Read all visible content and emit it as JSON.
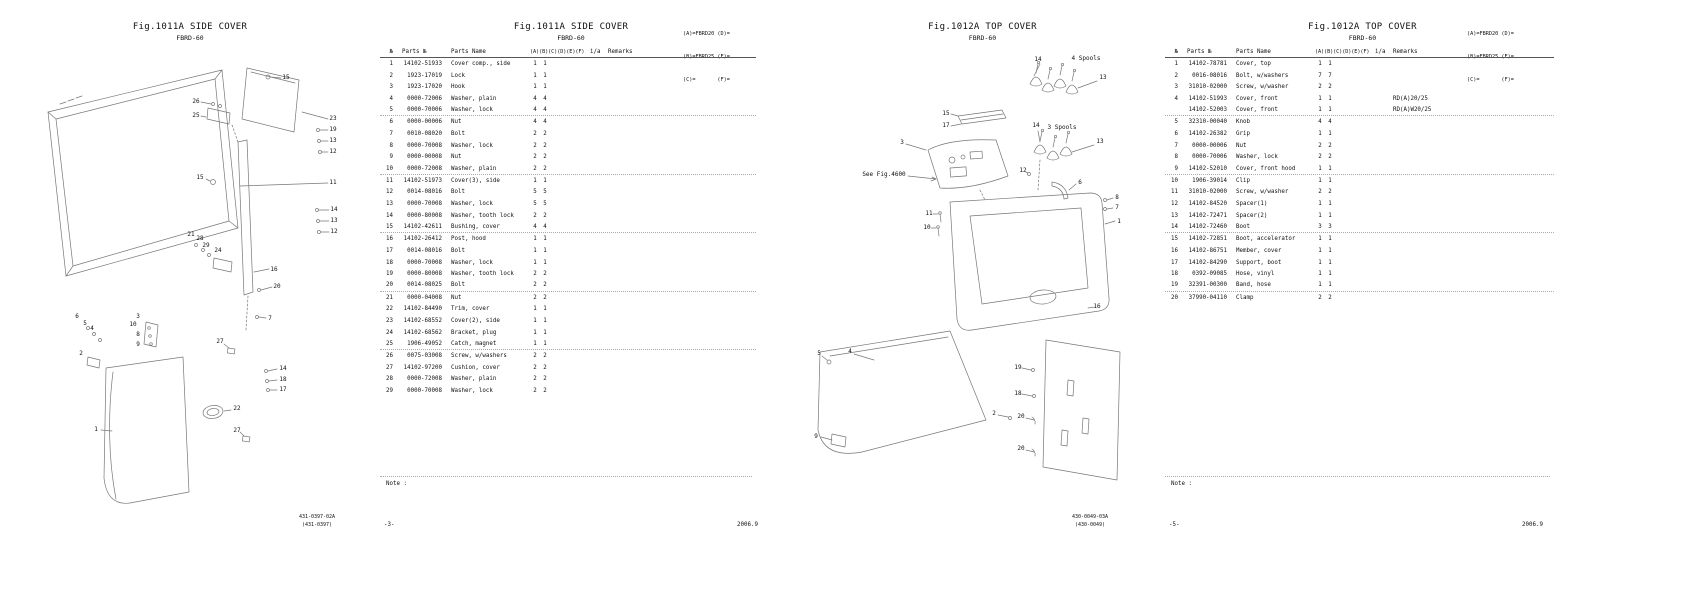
{
  "pages": [
    {
      "figure": {
        "title": "Fig.1011A SIDE COVER",
        "model": "FBRD-60"
      },
      "variant_legend": [
        "(A)=FBRD20 (D)=",
        "(B)=FBRD25 (E)=",
        "(C)=       (F)="
      ],
      "table": {
        "head": {
          "no": "№",
          "part": "Parts №",
          "name": "Parts Name",
          "qty": "(A)(B)(C)(D)(E)(F)",
          "ia": "i/a",
          "remarks": "Remarks"
        },
        "rows": [
          [
            "1",
            "14102-51933",
            "Cover comp., side",
            "1",
            "1",
            ""
          ],
          [
            "2",
            "1923-17019",
            "Lock",
            "1",
            "1",
            ""
          ],
          [
            "3",
            "1923-17020",
            "Hook",
            "1",
            "1",
            ""
          ],
          [
            "4",
            "0000-72006",
            "Washer, plain",
            "4",
            "4",
            ""
          ],
          [
            "5",
            "0000-70006",
            "Washer, lock",
            "4",
            "4",
            ""
          ],
          [
            "6",
            "0000-00006",
            "Nut",
            "4",
            "4",
            ""
          ],
          [
            "7",
            "0010-08020",
            "Bolt",
            "2",
            "2",
            ""
          ],
          [
            "8",
            "0000-70008",
            "Washer, lock",
            "2",
            "2",
            ""
          ],
          [
            "9",
            "0000-00008",
            "Nut",
            "2",
            "2",
            ""
          ],
          [
            "10",
            "0000-72008",
            "Washer, plain",
            "2",
            "2",
            ""
          ],
          [
            "11",
            "14102-51973",
            "Cover(3), side",
            "1",
            "1",
            ""
          ],
          [
            "12",
            "0014-08016",
            "Bolt",
            "5",
            "5",
            ""
          ],
          [
            "13",
            "0000-70008",
            "Washer, lock",
            "5",
            "5",
            ""
          ],
          [
            "14",
            "0000-80008",
            "Washer, tooth lock",
            "2",
            "2",
            ""
          ],
          [
            "15",
            "14102-42611",
            "Bushing, cover",
            "4",
            "4",
            ""
          ],
          [
            "16",
            "14102-26412",
            "Post, hood",
            "1",
            "1",
            ""
          ],
          [
            "17",
            "0014-08016",
            "Bolt",
            "1",
            "1",
            ""
          ],
          [
            "18",
            "0000-70008",
            "Washer, lock",
            "1",
            "1",
            ""
          ],
          [
            "19",
            "0000-80008",
            "Washer, tooth lock",
            "2",
            "2",
            ""
          ],
          [
            "20",
            "0014-08025",
            "Bolt",
            "2",
            "2",
            ""
          ],
          [
            "21",
            "0000-04008",
            "Nut",
            "2",
            "2",
            ""
          ],
          [
            "22",
            "14102-84490",
            "Trim, cover",
            "1",
            "1",
            ""
          ],
          [
            "23",
            "14102-68552",
            "Cover(2), side",
            "1",
            "1",
            ""
          ],
          [
            "24",
            "14102-68562",
            "Bracket, plug",
            "1",
            "1",
            ""
          ],
          [
            "25",
            "1906-49052",
            "Catch, magnet",
            "1",
            "1",
            ""
          ],
          [
            "26",
            "0075-03008",
            "Screw, w/washers",
            "2",
            "2",
            ""
          ],
          [
            "27",
            "14102-97200",
            "Cushion, cover",
            "2",
            "2",
            ""
          ],
          [
            "28",
            "0000-72008",
            "Washer, plain",
            "2",
            "2",
            ""
          ],
          [
            "29",
            "0000-70008",
            "Washer, lock",
            "2",
            "2",
            ""
          ]
        ]
      },
      "note_label": "Note :",
      "footer": {
        "doc_code": "431-0397-02A",
        "doc_base": "(431-0397)",
        "page_no": "-3-",
        "date": "2006.9"
      },
      "diagram": {
        "callouts": [
          [
            "15",
            286,
            78
          ],
          [
            "26",
            196,
            102
          ],
          [
            "25",
            196,
            116
          ],
          [
            "23",
            333,
            119
          ],
          [
            "19",
            333,
            130
          ],
          [
            "13",
            333,
            141
          ],
          [
            "12",
            333,
            152
          ],
          [
            "11",
            333,
            183
          ],
          [
            "15",
            200,
            178
          ],
          [
            "14",
            334,
            210
          ],
          [
            "13",
            334,
            221
          ],
          [
            "12",
            334,
            232
          ],
          [
            "21",
            191,
            235
          ],
          [
            "28",
            200,
            239
          ],
          [
            "29",
            206,
            246
          ],
          [
            "24",
            218,
            251
          ],
          [
            "16",
            274,
            270
          ],
          [
            "20",
            277,
            287
          ],
          [
            "7",
            270,
            319
          ],
          [
            "6",
            77,
            317
          ],
          [
            "5",
            85,
            324
          ],
          [
            "4",
            92,
            329
          ],
          [
            "3",
            138,
            317
          ],
          [
            "10",
            133,
            325
          ],
          [
            "8",
            138,
            335
          ],
          [
            "9",
            138,
            345
          ],
          [
            "2",
            81,
            354
          ],
          [
            "27",
            220,
            342
          ],
          [
            "14",
            283,
            369
          ],
          [
            "18",
            283,
            380
          ],
          [
            "17",
            283,
            390
          ],
          [
            "22",
            237,
            409
          ],
          [
            "1",
            96,
            430
          ],
          [
            "27",
            237,
            431
          ]
        ]
      }
    },
    {
      "figure": {
        "title": "Fig.1012A TOP COVER",
        "model": "FBRD-60"
      },
      "variant_legend": [
        "(A)=FBRD20 (D)=",
        "(B)=FBRD25 (E)=",
        "(C)=       (F)="
      ],
      "table": {
        "head": {
          "no": "№",
          "part": "Parts №",
          "name": "Parts Name",
          "qty": "(A)(B)(C)(D)(E)(F)",
          "ia": "i/a",
          "remarks": "Remarks"
        },
        "rows": [
          [
            "1",
            "14102-78781",
            "Cover, top",
            "1",
            "1",
            ""
          ],
          [
            "2",
            "0016-08016",
            "Bolt, w/washers",
            "7",
            "7",
            ""
          ],
          [
            "3",
            "31010-02000",
            "Screw, w/washer",
            "2",
            "2",
            ""
          ],
          [
            "4",
            "14102-51993",
            "Cover, front",
            "1",
            "1",
            "RD(A)20/25"
          ],
          [
            "",
            "14102-52003",
            "Cover, front",
            "1",
            "1",
            "RD(A)W20/25"
          ],
          [
            "5",
            "32310-00040",
            "Knob",
            "4",
            "4",
            ""
          ],
          [
            "6",
            "14102-26382",
            "Grip",
            "1",
            "1",
            ""
          ],
          [
            "7",
            "0000-00006",
            "Nut",
            "2",
            "2",
            ""
          ],
          [
            "8",
            "0000-70006",
            "Washer, lock",
            "2",
            "2",
            ""
          ],
          [
            "9",
            "14102-52010",
            "Cover, front hood",
            "1",
            "1",
            ""
          ],
          [
            "10",
            "1906-39014",
            "Clip",
            "1",
            "1",
            ""
          ],
          [
            "11",
            "31010-02000",
            "Screw, w/washer",
            "2",
            "2",
            ""
          ],
          [
            "12",
            "14102-84520",
            "Spacer(1)",
            "1",
            "1",
            ""
          ],
          [
            "13",
            "14102-72471",
            "Spacer(2)",
            "1",
            "1",
            ""
          ],
          [
            "14",
            "14102-72460",
            "Boot",
            "3",
            "3",
            ""
          ],
          [
            "15",
            "14102-72851",
            "Boot, accelerator",
            "1",
            "1",
            ""
          ],
          [
            "16",
            "14102-86751",
            "Member, cover",
            "1",
            "1",
            ""
          ],
          [
            "17",
            "14102-84290",
            "Support, boot",
            "1",
            "1",
            ""
          ],
          [
            "18",
            "0392-09085",
            "Hose, vinyl",
            "1",
            "1",
            ""
          ],
          [
            "19",
            "32391-00300",
            "Band, hose",
            "1",
            "1",
            ""
          ],
          [
            "20",
            "37990-04110",
            "Clamp",
            "2",
            "2",
            ""
          ]
        ]
      },
      "note_label": "Note :",
      "footer": {
        "doc_code": "430-0049-03A",
        "doc_base": "(430-0049)",
        "page_no": "-5-",
        "date": "2006.9"
      },
      "diagram": {
        "callouts": [
          [
            "14",
            238,
            60
          ],
          [
            "4 Spools",
            286,
            59
          ],
          [
            "13",
            303,
            78
          ],
          [
            "15",
            146,
            114
          ],
          [
            "17",
            146,
            126
          ],
          [
            "14",
            236,
            126
          ],
          [
            "3 Spools",
            262,
            128
          ],
          [
            "13",
            300,
            142
          ],
          [
            "3",
            102,
            143
          ],
          [
            "See Fig.4600",
            84,
            175
          ],
          [
            "12",
            223,
            171
          ],
          [
            "6",
            280,
            183
          ],
          [
            "8",
            317,
            198
          ],
          [
            "7",
            317,
            208
          ],
          [
            "1",
            319,
            222
          ],
          [
            "11",
            129,
            214
          ],
          [
            "10",
            127,
            228
          ],
          [
            "16",
            297,
            307
          ],
          [
            "5",
            19,
            354
          ],
          [
            "4",
            50,
            352
          ],
          [
            "19",
            218,
            368
          ],
          [
            "18",
            218,
            394
          ],
          [
            "2",
            194,
            414
          ],
          [
            "20",
            221,
            417
          ],
          [
            "9",
            16,
            437
          ],
          [
            "20",
            221,
            449
          ]
        ]
      }
    }
  ]
}
